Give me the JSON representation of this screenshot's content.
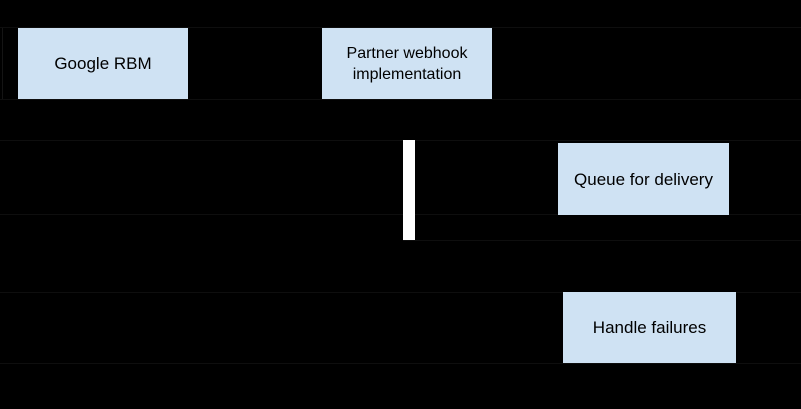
{
  "diagram": {
    "type": "sequence-diagram",
    "colors": {
      "background": "#000000",
      "box_fill": "#cfe2f3",
      "box_text": "#000000",
      "activation_bar": "#ffffff",
      "faint_line": "#0e0e0e"
    },
    "participants": [
      {
        "label": "Google RBM"
      },
      {
        "label": "Partner webhook implementation"
      }
    ],
    "activation": {
      "description": "activation-bar-on-partner-lifeline"
    },
    "steps": [
      {
        "label": "Queue for delivery"
      },
      {
        "label": "Handle failures"
      }
    ]
  }
}
